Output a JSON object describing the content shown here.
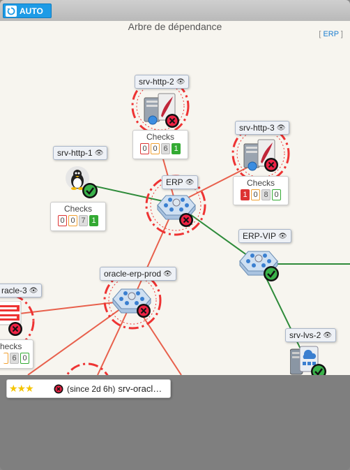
{
  "toolbar": {
    "auto_label": "AUTO"
  },
  "panel": {
    "title": "Arbre de dépendance",
    "filter_prefix": "[ ",
    "filter_link": "ERP",
    "filter_suffix": " ]"
  },
  "nodes": {
    "srv_http_2": {
      "name": "srv-http-2",
      "checks_label": "Checks",
      "counts": [
        "0",
        "0",
        "6",
        "1"
      ]
    },
    "srv_http_3": {
      "name": "srv-http-3",
      "checks_label": "Checks",
      "counts": [
        "1",
        "0",
        "8",
        "0"
      ]
    },
    "srv_http_1": {
      "name": "srv-http-1",
      "checks_label": "Checks",
      "counts": [
        "0",
        "0",
        "7",
        "1"
      ]
    },
    "erp": {
      "name": "ERP"
    },
    "erp_vip": {
      "name": "ERP-VIP"
    },
    "oracle_erp_prod": {
      "name": "oracle-erp-prod"
    },
    "oracle_3": {
      "name": "racle-3",
      "checks_label": "hecks",
      "counts": [
        "0",
        "6",
        "0"
      ]
    },
    "srv_lvs_2": {
      "name": "srv-lvs-2"
    }
  },
  "footer": {
    "rating": "★★★",
    "status_text": "(since 2d 6h)",
    "host_text": "srv-oracl…"
  },
  "colors": {
    "accent": "#1e9be6",
    "ok_link": "#2e8b3a",
    "crit_link": "#e8604c",
    "critical": "#d33",
    "ok": "#3a3"
  }
}
